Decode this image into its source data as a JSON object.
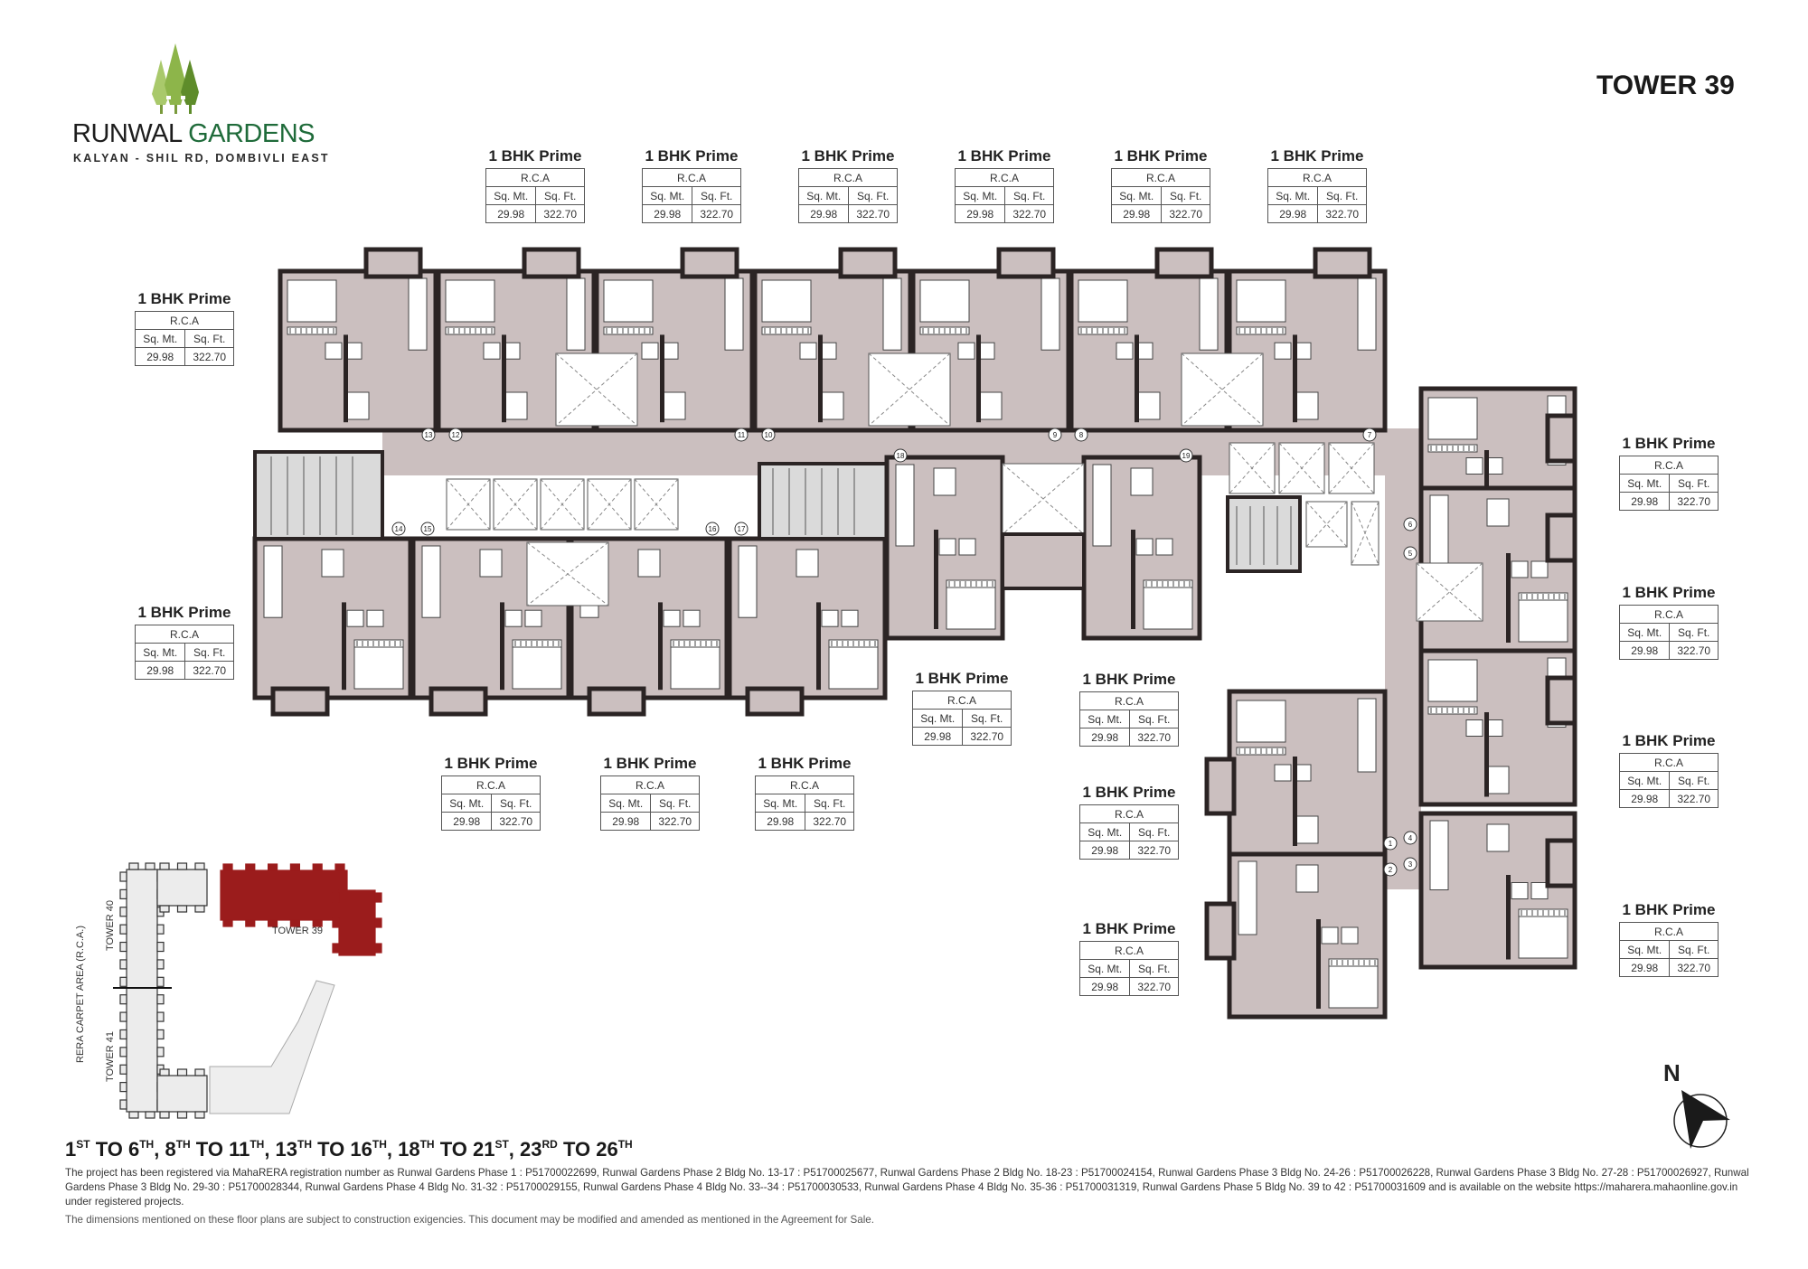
{
  "logo": {
    "brand_word1": "RUNWAL",
    "brand_word2": "GARDENS",
    "location": "KALYAN - SHIL RD, DOMBIVLI EAST",
    "tree_colors": [
      "#a9c96b",
      "#8db54a",
      "#5e8c2a"
    ]
  },
  "tower_title": "TOWER 39",
  "unit_cards": [
    {
      "type": "1 BHK Prime",
      "header": "R.C.A",
      "col1": "Sq. Mt.",
      "col2": "Sq. Ft.",
      "sqmt": "29.98",
      "sqft": "322.70"
    },
    {
      "type": "1 BHK Prime",
      "header": "R.C.A",
      "col1": "Sq. Mt.",
      "col2": "Sq. Ft.",
      "sqmt": "29.98",
      "sqft": "322.70"
    },
    {
      "type": "1 BHK Prime",
      "header": "R.C.A",
      "col1": "Sq. Mt.",
      "col2": "Sq. Ft.",
      "sqmt": "29.98",
      "sqft": "322.70"
    },
    {
      "type": "1 BHK Prime",
      "header": "R.C.A",
      "col1": "Sq. Mt.",
      "col2": "Sq. Ft.",
      "sqmt": "29.98",
      "sqft": "322.70"
    },
    {
      "type": "1 BHK Prime",
      "header": "R.C.A",
      "col1": "Sq. Mt.",
      "col2": "Sq. Ft.",
      "sqmt": "29.98",
      "sqft": "322.70"
    },
    {
      "type": "1 BHK Prime",
      "header": "R.C.A",
      "col1": "Sq. Mt.",
      "col2": "Sq. Ft.",
      "sqmt": "29.98",
      "sqft": "322.70"
    },
    {
      "type": "1 BHK Prime",
      "header": "R.C.A",
      "col1": "Sq. Mt.",
      "col2": "Sq. Ft.",
      "sqmt": "29.98",
      "sqft": "322.70"
    },
    {
      "type": "1 BHK Prime",
      "header": "R.C.A",
      "col1": "Sq. Mt.",
      "col2": "Sq. Ft.",
      "sqmt": "29.98",
      "sqft": "322.70"
    },
    {
      "type": "1 BHK Prime",
      "header": "R.C.A",
      "col1": "Sq. Mt.",
      "col2": "Sq. Ft.",
      "sqmt": "29.98",
      "sqft": "322.70"
    },
    {
      "type": "1 BHK Prime",
      "header": "R.C.A",
      "col1": "Sq. Mt.",
      "col2": "Sq. Ft.",
      "sqmt": "29.98",
      "sqft": "322.70"
    },
    {
      "type": "1 BHK Prime",
      "header": "R.C.A",
      "col1": "Sq. Mt.",
      "col2": "Sq. Ft.",
      "sqmt": "29.98",
      "sqft": "322.70"
    },
    {
      "type": "1 BHK Prime",
      "header": "R.C.A",
      "col1": "Sq. Mt.",
      "col2": "Sq. Ft.",
      "sqmt": "29.98",
      "sqft": "322.70"
    },
    {
      "type": "1 BHK Prime",
      "header": "R.C.A",
      "col1": "Sq. Mt.",
      "col2": "Sq. Ft.",
      "sqmt": "29.98",
      "sqft": "322.70"
    },
    {
      "type": "1 BHK Prime",
      "header": "R.C.A",
      "col1": "Sq. Mt.",
      "col2": "Sq. Ft.",
      "sqmt": "29.98",
      "sqft": "322.70"
    },
    {
      "type": "1 BHK Prime",
      "header": "R.C.A",
      "col1": "Sq. Mt.",
      "col2": "Sq. Ft.",
      "sqmt": "29.98",
      "sqft": "322.70"
    },
    {
      "type": "1 BHK Prime",
      "header": "R.C.A",
      "col1": "Sq. Mt.",
      "col2": "Sq. Ft.",
      "sqmt": "29.98",
      "sqft": "322.70"
    },
    {
      "type": "1 BHK Prime",
      "header": "R.C.A",
      "col1": "Sq. Mt.",
      "col2": "Sq. Ft.",
      "sqmt": "29.98",
      "sqft": "322.70"
    },
    {
      "type": "1 BHK Prime",
      "header": "R.C.A",
      "col1": "Sq. Mt.",
      "col2": "Sq. Ft.",
      "sqmt": "29.98",
      "sqft": "322.70"
    },
    {
      "type": "1 BHK Prime",
      "header": "R.C.A",
      "col1": "Sq. Mt.",
      "col2": "Sq. Ft.",
      "sqmt": "29.98",
      "sqft": "322.70"
    }
  ],
  "floor_plan": {
    "colors": {
      "floor": "#cbbfbf",
      "wall": "#2b2424",
      "core": "#dadada",
      "void": "#ffffff"
    },
    "unit_numbers": [
      "13",
      "12",
      "11",
      "10",
      "9",
      "8",
      "7",
      "14",
      "15",
      "16",
      "17",
      "18",
      "19",
      "6",
      "5",
      "4",
      "3",
      "1",
      "2"
    ]
  },
  "key_plan": {
    "side_label": "RERA CARPET AREA (R.C.A.)",
    "towers": [
      "TOWER 40",
      "TOWER 41",
      "TOWER 39"
    ],
    "highlight_color": "#9b1c1c",
    "other_color": "#ececec"
  },
  "north_label": "N",
  "footer": {
    "floors": [
      {
        "t": "1",
        "s": "ST"
      },
      {
        "t": " TO 6",
        "s": "TH"
      },
      {
        "t": ", 8",
        "s": "TH"
      },
      {
        "t": " TO 11",
        "s": "TH"
      },
      {
        "t": ", 13",
        "s": "TH"
      },
      {
        "t": " TO 16",
        "s": "TH"
      },
      {
        "t": ", 18",
        "s": "TH"
      },
      {
        "t": " TO 21",
        "s": "ST"
      },
      {
        "t": ", 23",
        "s": "RD"
      },
      {
        "t": " TO 26",
        "s": "TH"
      }
    ],
    "registration": "The project has been registered via MahaRERA registration number as Runwal Gardens Phase 1 : P51700022699, Runwal Gardens Phase 2 Bldg No. 13-17 : P51700025677, Runwal Gardens Phase 2 Bldg No. 18-23 : P51700024154, Runwal Gardens Phase 3 Bldg No. 24-26 : P51700026228, Runwal Gardens Phase 3 Bldg No. 27-28 : P51700026927,  Runwal Gardens Phase 3 Bldg No. 29-30 : P51700028344, Runwal Gardens Phase 4 Bldg No. 31-32 : P51700029155, Runwal Gardens Phase 4 Bldg No. 33--34 : P51700030533, Runwal Gardens Phase 4 Bldg No. 35-36 : P51700031319, Runwal Gardens Phase 5 Bldg No. 39 to 42 : P51700031609 and is available on the website https://maharera.mahaonline.gov.in under registered projects.",
    "disclaimer": "The dimensions mentioned on these floor plans are subject to construction exigencies. This document may be modified and amended as mentioned in the Agreement for Sale."
  }
}
